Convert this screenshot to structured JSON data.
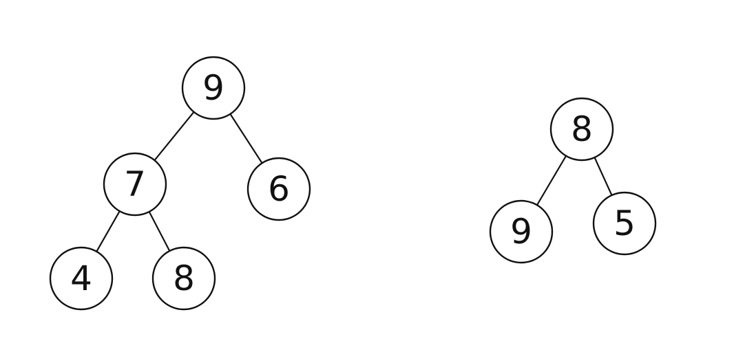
{
  "trees": [
    {
      "id": "left-tree",
      "nodes": [
        {
          "id": "n9",
          "label": "9"
        },
        {
          "id": "n7",
          "label": "7"
        },
        {
          "id": "n6",
          "label": "6"
        },
        {
          "id": "n4",
          "label": "4"
        },
        {
          "id": "n8",
          "label": "8"
        }
      ],
      "edges": [
        {
          "from": "n9",
          "to": "n7"
        },
        {
          "from": "n9",
          "to": "n6"
        },
        {
          "from": "n7",
          "to": "n4"
        },
        {
          "from": "n7",
          "to": "n8"
        }
      ]
    },
    {
      "id": "right-tree",
      "nodes": [
        {
          "id": "r8",
          "label": "8"
        },
        {
          "id": "r9",
          "label": "9"
        },
        {
          "id": "r5",
          "label": "5"
        }
      ],
      "edges": [
        {
          "from": "r8",
          "to": "r9"
        },
        {
          "from": "r8",
          "to": "r5"
        }
      ]
    }
  ]
}
